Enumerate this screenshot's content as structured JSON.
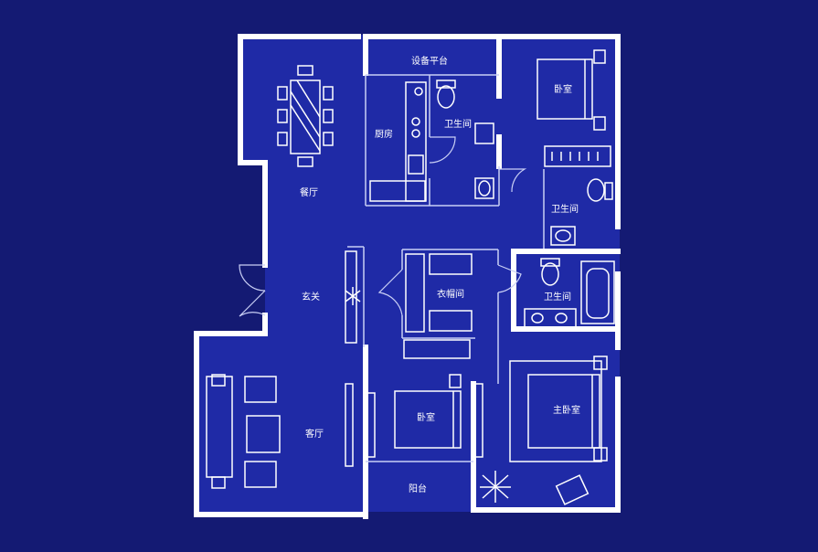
{
  "colors": {
    "background": "#141a73",
    "floor": "#1f2aa6",
    "wall": "#ffffff",
    "line": "#c9cff5"
  },
  "rooms": {
    "equipment_platform": "设备平台",
    "dining": "餐厅",
    "kitchen": "厨房",
    "bath_1": "卫生间",
    "bedroom_top": "卧室",
    "bath_2": "卫生间",
    "foyer": "玄关",
    "closet": "衣帽间",
    "bath_3": "卫生间",
    "living": "客厅",
    "bedroom_mid": "卧室",
    "master_bedroom": "主卧室",
    "balcony": "阳台"
  },
  "icons": [
    "dining-table-icon",
    "sofa-icon",
    "bed-icon",
    "toilet-icon",
    "sink-icon",
    "bathtub-icon",
    "stove-icon",
    "wardrobe-icon",
    "plant-icon",
    "lounge-chair-icon",
    "door-swing-icon"
  ]
}
